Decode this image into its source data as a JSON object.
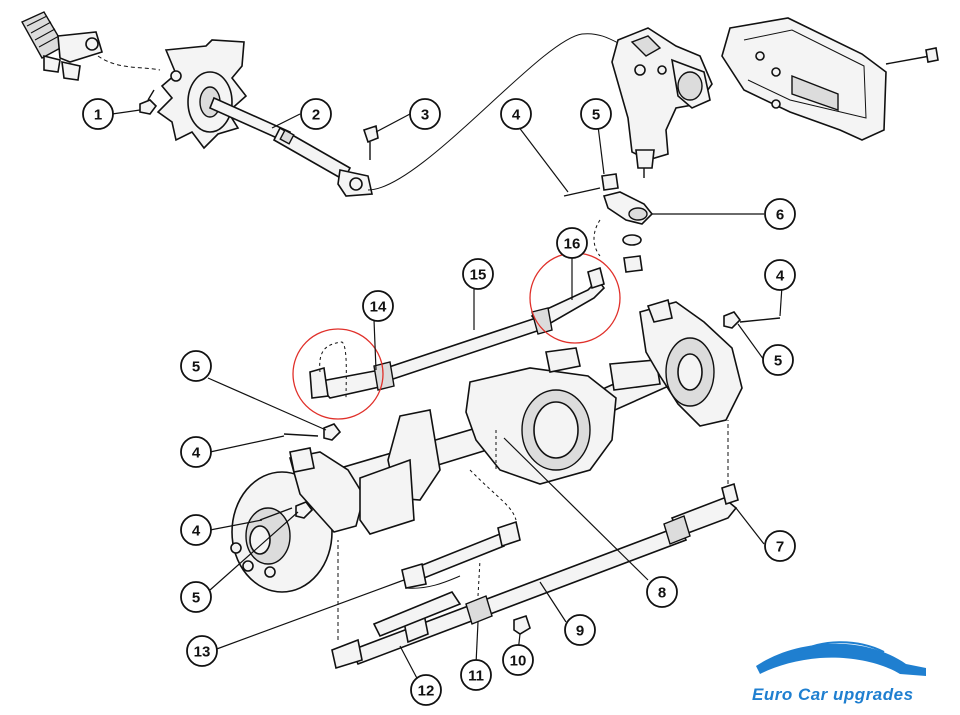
{
  "callouts": [
    {
      "id": "c1",
      "label": "1"
    },
    {
      "id": "c2",
      "label": "2"
    },
    {
      "id": "c3",
      "label": "3"
    },
    {
      "id": "c4a",
      "label": "4"
    },
    {
      "id": "c5a",
      "label": "5"
    },
    {
      "id": "c6",
      "label": "6"
    },
    {
      "id": "c16",
      "label": "16"
    },
    {
      "id": "c15",
      "label": "15"
    },
    {
      "id": "c14",
      "label": "14"
    },
    {
      "id": "c4b",
      "label": "4"
    },
    {
      "id": "c5b",
      "label": "5"
    },
    {
      "id": "c5c",
      "label": "5"
    },
    {
      "id": "c4c",
      "label": "4"
    },
    {
      "id": "c4d",
      "label": "4"
    },
    {
      "id": "c5d",
      "label": "5"
    },
    {
      "id": "c7",
      "label": "7"
    },
    {
      "id": "c8",
      "label": "8"
    },
    {
      "id": "c9",
      "label": "9"
    },
    {
      "id": "c10",
      "label": "10"
    },
    {
      "id": "c11",
      "label": "11"
    },
    {
      "id": "c12",
      "label": "12"
    },
    {
      "id": "c13",
      "label": "13"
    }
  ],
  "logo": {
    "text": "Euro Car upgrades",
    "color": "#1f7fd0"
  },
  "highlight_color": "#e0302a"
}
